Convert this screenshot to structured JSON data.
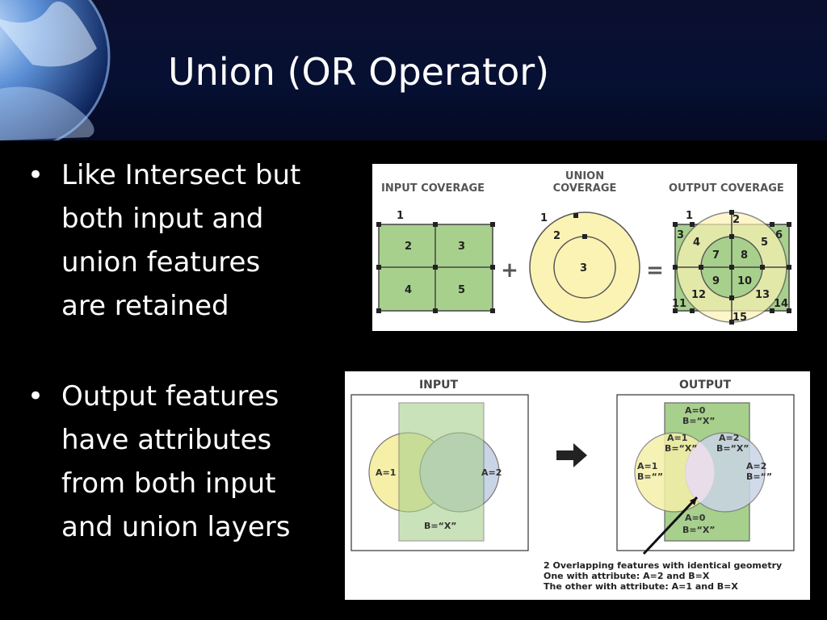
{
  "slide": {
    "title": "Union (OR Operator)",
    "bullets": [
      {
        "lines": [
          "Like Intersect but",
          "both input and",
          "union features",
          "are retained"
        ]
      },
      {
        "lines": [
          "Output features",
          "have attributes",
          "from both input",
          "and union layers"
        ]
      }
    ]
  },
  "diagram_top": {
    "input_label": "INPUT COVERAGE",
    "union_label_line1": "UNION",
    "union_label_line2": "COVERAGE",
    "output_label": "OUTPUT COVERAGE",
    "plus": "+",
    "equals": "=",
    "input_numbers": [
      "1",
      "2",
      "3",
      "4",
      "5"
    ],
    "union_numbers": [
      "1",
      "2",
      "3"
    ],
    "output_numbers": [
      "1",
      "2",
      "3",
      "4",
      "5",
      "6",
      "7",
      "8",
      "9",
      "10",
      "11",
      "12",
      "13",
      "14",
      "15"
    ]
  },
  "diagram_bottom": {
    "input_label": "INPUT",
    "output_label": "OUTPUT",
    "in_a1": "A=1",
    "in_a2": "A=2",
    "in_b": "B=“X”",
    "out_top_a": "A=0",
    "out_top_b": "B=“X”",
    "out_left_a": "A=1",
    "out_left_b": "B=“”",
    "out_mid_left_a": "A=1",
    "out_mid_left_b": "B=“X”",
    "out_mid_right_a": "A=2",
    "out_mid_right_b": "B=“X”",
    "out_right_a": "A=2",
    "out_right_b": "B=“”",
    "out_bottom_a": "A=0",
    "out_bottom_b": "B=“X”",
    "note_line1": "2 Overlapping features with identical geometry",
    "note_line2": "One with attribute: A=2 and B=X",
    "note_line3": "The other with attribute: A=1 and B=X"
  },
  "colors": {
    "header_bg": "#061033",
    "green_fill": "#a8d08d",
    "yellow_fill": "#fbf3b4",
    "blue_fill": "#c9d4e6",
    "label_gray": "#555555"
  }
}
